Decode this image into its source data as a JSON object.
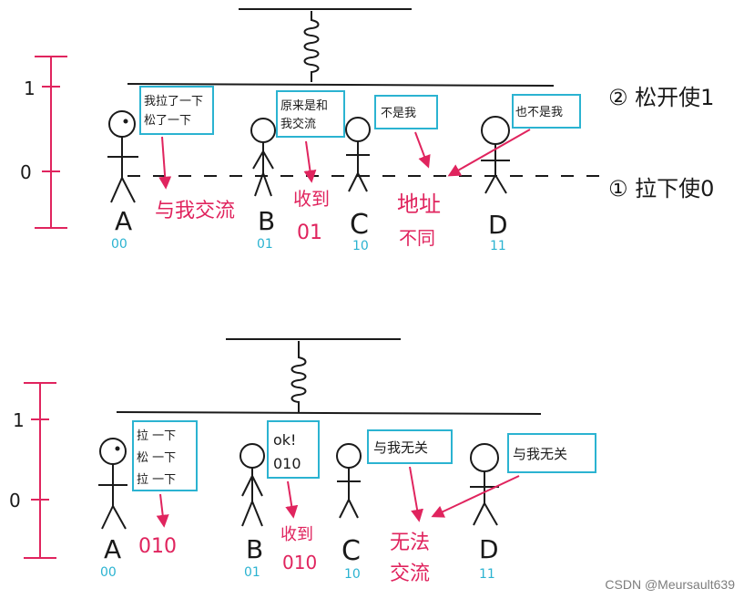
{
  "colors": {
    "ink": "#1a1a1a",
    "accent": "#e0245e",
    "box": "#2bb3d1",
    "binary": "#2bb3d1"
  },
  "panels": [
    {
      "axis": {
        "tick_top": "1",
        "tick_bottom": "0"
      },
      "notes": [
        "② 松开使1",
        "① 拉下使0"
      ],
      "persons": [
        {
          "letter": "A",
          "bits": "00",
          "speech": [
            "我拉了一下",
            "松了一下"
          ],
          "reply": [
            "与我交流"
          ]
        },
        {
          "letter": "B",
          "bits": "01",
          "speech": [
            "原来是和",
            "我交流"
          ],
          "reply": [
            "收到",
            "01"
          ]
        },
        {
          "letter": "C",
          "bits": "10",
          "speech": [
            "不是我"
          ],
          "reply": [
            "地址",
            "不同"
          ]
        },
        {
          "letter": "D",
          "bits": "11",
          "speech": [
            "也不是我"
          ],
          "reply": []
        }
      ]
    },
    {
      "axis": {
        "tick_top": "1",
        "tick_bottom": "0"
      },
      "notes": [],
      "persons": [
        {
          "letter": "A",
          "bits": "00",
          "speech": [
            "拉 一下",
            "松 一下",
            "拉 一下"
          ],
          "reply": [
            "010"
          ]
        },
        {
          "letter": "B",
          "bits": "01",
          "speech": [
            "ok!",
            "010"
          ],
          "reply": [
            "收到",
            "010"
          ]
        },
        {
          "letter": "C",
          "bits": "10",
          "speech": [
            "与我无关"
          ],
          "reply": [
            "无法",
            "交流"
          ]
        },
        {
          "letter": "D",
          "bits": "11",
          "speech": [
            "与我无关"
          ],
          "reply": []
        }
      ]
    }
  ],
  "watermark": "CSDN @Meursault639"
}
